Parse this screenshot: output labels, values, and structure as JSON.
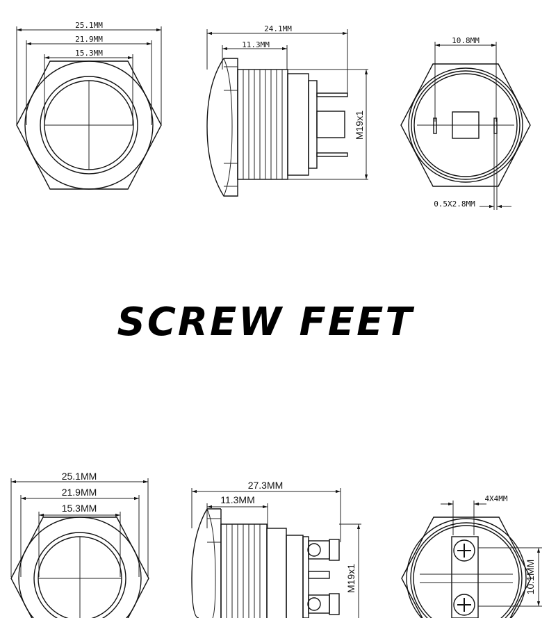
{
  "top_section": {
    "front_view": {
      "width_outer": "25.1MM",
      "width_mid": "21.9MM",
      "width_inner": "15.3MM"
    },
    "side_view": {
      "length_total": "24.1MM",
      "length_head": "11.3MM",
      "thread": "M19x1"
    },
    "back_view": {
      "pin_spacing": "10.8MM",
      "pin_size": "0.5X2.8MM"
    }
  },
  "section_title": "SCREW FEET",
  "bottom_section": {
    "front_view": {
      "width_outer": "25.1MM",
      "width_mid": "21.9MM",
      "width_inner": "15.3MM"
    },
    "side_view": {
      "length_total": "27.3MM",
      "length_head": "11.3MM",
      "thread": "M19x1"
    },
    "back_view": {
      "screw_size": "4X4MM",
      "screw_spacing": "10.1MM"
    }
  }
}
